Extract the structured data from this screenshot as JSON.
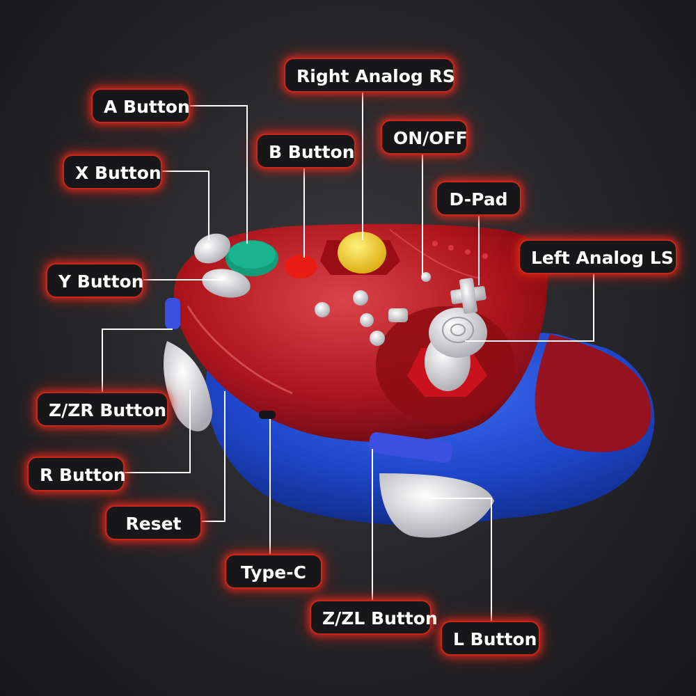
{
  "labels": {
    "right_analog": "Right Analog RS",
    "a_button": "A Button",
    "b_button": "B Button",
    "on_off": "ON/OFF",
    "x_button": "X Button",
    "d_pad": "D-Pad",
    "left_analog": "Left Analog LS",
    "y_button": "Y Button",
    "z_zr_button": "Z/ZR Button",
    "r_button": "R Button",
    "reset": "Reset",
    "type_c": "Type-C",
    "z_zl_button": "Z/ZL Button",
    "l_button": "L Button"
  },
  "colors": {
    "label_glow": "#e02818",
    "label_bg": "#17171a",
    "shell_red": "#b3131a",
    "base_blue": "#1e46c8",
    "a_button": "#139c7a",
    "b_button": "#e81c12",
    "stick_yellow": "#f2d21e",
    "button_grey": "#d8d8dc",
    "leader_line": "#ffffff"
  }
}
